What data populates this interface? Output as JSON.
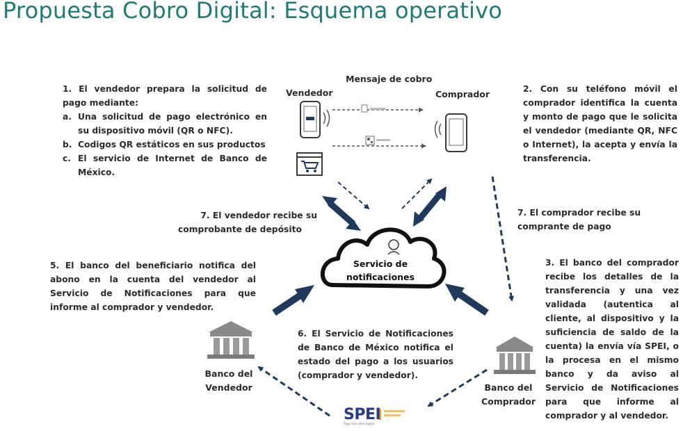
{
  "title": "Propuesta Cobro Digital: Esquema operativo",
  "labels": {
    "mensaje": "Mensaje de cobro",
    "vendedor": "Vendedor",
    "comprador": "Comprador",
    "cloud_line1": "Servicio de",
    "cloud_line2": "notificaciones",
    "banco_vendedor_1": "Banco del",
    "banco_vendedor_2": "Vendedor",
    "banco_comprador_1": "Banco del",
    "banco_comprador_2": "Comprador",
    "spei": "SPEI",
    "spei_sub": "Pago con cobro digital"
  },
  "steps": {
    "s1_intro": "1. El vendedor prepara la solicitud de pago mediante:",
    "s1_a_k": "a.",
    "s1_a": "Una solicitud de pago electrónico en su dispositivo móvil (QR o NFC).",
    "s1_b_k": "b.",
    "s1_b": "Codigos QR estáticos en sus productos",
    "s1_c_k": "c.",
    "s1_c": "El servicio de Internet de Banco de México.",
    "s2": "2. Con su teléfono móvil el comprador identifica la cuenta y monto de pago que le solicita el vendedor (mediante QR, NFC o Internet), la acepta y envía la transferencia.",
    "s3": "3. El banco del comprador recibe los detalles de la transferencia y una vez validada (autentica al cliente, al dispositivo y la suficiencia de saldo de la cuenta) la envía vía SPEI, o la procesa en el mismo banco y da aviso al Servicio de Notificaciones para que informe al comprador y al vendedor.",
    "s5": "5. El banco del beneficiario notifica del abono en la cuenta del vendedor al Servicio de Notificaciones para que informe al comprador y vendedor.",
    "s6": "6. El Servicio de Notificaciones de Banco de México notifica el estado del pago a los usuarios (comprador y vendedor).",
    "s7v_1": "7. El vendedor recibe su",
    "s7v_2": "comprobante de depósito",
    "s7c_1": "7. El comprador recibe su",
    "s7c_2": "comprante de pago"
  },
  "colors": {
    "title": "#1f7a78",
    "arrow_navy": "#1f3a5c",
    "spei_blue": "#2b3a8f",
    "spei_orange": "#f0a020"
  },
  "icons": [
    "phone-nfc-icon",
    "phone-icon",
    "shopping-cart-icon",
    "cloud-icon",
    "bank-icon",
    "qr-icon",
    "message-icon"
  ]
}
